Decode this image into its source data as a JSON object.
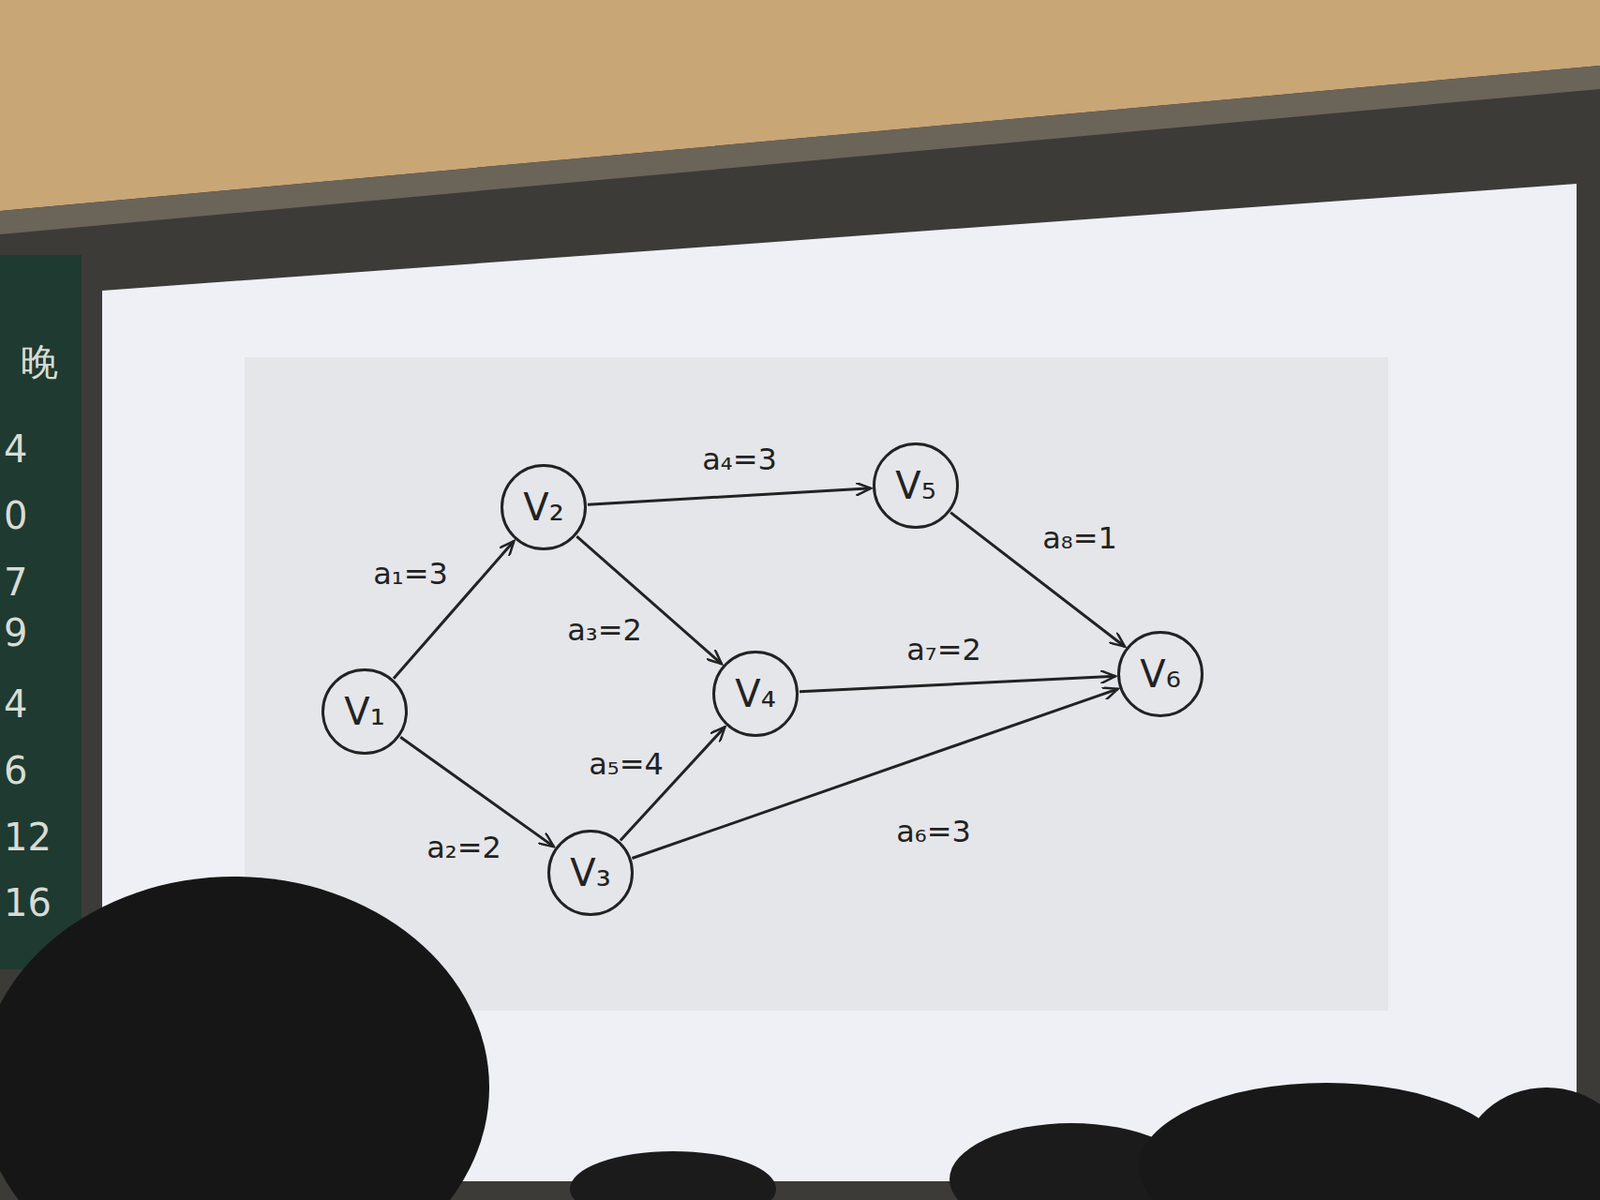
{
  "diagram": {
    "nodes": [
      {
        "text": [
          "V₁"
        ]
      },
      {
        "text": [
          "V₂"
        ]
      },
      {
        "text": [
          "V₃"
        ]
      },
      {
        "text": [
          "V₄"
        ]
      },
      {
        "text": [
          "V₅"
        ]
      },
      {
        "text": [
          "V₆"
        ]
      }
    ],
    "edges": [
      {
        "from": 0,
        "to": 1,
        "label": "a₁=3",
        "arrow": "to"
      },
      {
        "from": 0,
        "to": 2,
        "label": "a₂=2",
        "arrow": "to"
      },
      {
        "from": 1,
        "to": 3,
        "label": "a₃=2",
        "arrow": "to"
      },
      {
        "from": 1,
        "to": 4,
        "label": "a₄=3",
        "arrow": "to"
      },
      {
        "from": 2,
        "to": 3,
        "label": "a₅=4",
        "arrow": "to"
      },
      {
        "from": 2,
        "to": 5,
        "label": "a₆=3",
        "arrow": "to"
      },
      {
        "from": 3,
        "to": 5,
        "label": "a₇=2",
        "arrow": "to"
      },
      {
        "from": 4,
        "to": 5,
        "label": "a₈=1",
        "arrow": "to"
      }
    ],
    "labels": [
      "晚",
      "4",
      "0",
      "7",
      "9",
      "4",
      "6",
      "12",
      "16"
    ]
  }
}
